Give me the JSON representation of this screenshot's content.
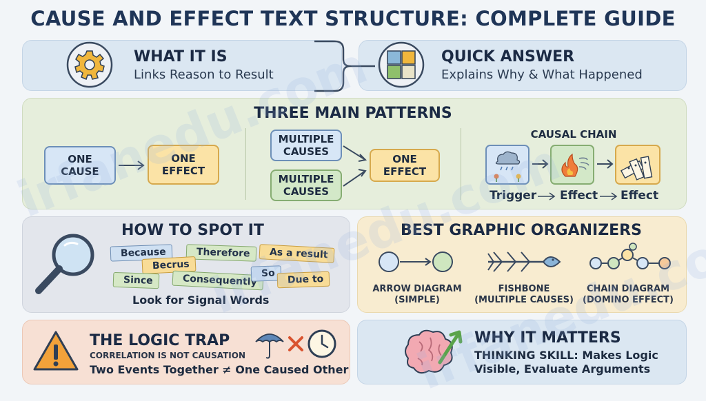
{
  "title": "CAUSE AND EFFECT TEXT STRUCTURE: COMPLETE GUIDE",
  "what_it_is": {
    "heading": "WHAT IT IS",
    "text": "Links Reason to Result"
  },
  "quick_answer": {
    "heading": "QUICK ANSWER",
    "text": "Explains Why & What Happened"
  },
  "patterns": {
    "heading": "THREE MAIN PATTERNS",
    "one_cause": "ONE\nCAUSE",
    "one_effect": "ONE\nEFFECT",
    "multiple_causes_1": "MULTIPLE\nCAUSES",
    "multiple_causes_2": "MULTIPLE\nCAUSES",
    "one_effect_2": "ONE\nEFFECT",
    "chain_heading": "CAUSAL CHAIN",
    "chain_labels": [
      "Trigger",
      "Effect",
      "Effect"
    ]
  },
  "spot": {
    "heading": "HOW TO SPOT IT",
    "words": [
      "Because",
      "Therefore",
      "As a result",
      "Becrus",
      "Since",
      "Consequently",
      "So",
      "Due to"
    ],
    "footer": "Look for Signal Words"
  },
  "organizers": {
    "heading": "BEST GRAPHIC ORGANIZERS",
    "items": [
      {
        "name": "ARROW DIAGRAM",
        "detail": "(SIMPLE)"
      },
      {
        "name": "FISHBONE",
        "detail": "(MULTIPLE CAUSES)"
      },
      {
        "name": "CHAIN DIAGRAM",
        "detail": "(DOMINO EFFECT)"
      }
    ]
  },
  "logic_trap": {
    "heading": "THE LOGIC TRAP",
    "line1": "CORRELATION IS NOT CAUSATION",
    "line2": "Two Events Together ≠ One Caused Other"
  },
  "why_matters": {
    "heading": "WHY IT MATTERS",
    "line1": "THINKING SKILL: Makes Logic",
    "line2": "Visible, Evaluate Arguments"
  },
  "watermark": "irfanedu.com",
  "colors": {
    "title": "#1f3557",
    "blue": "#dbe7f2",
    "green": "#e6eedc",
    "yellow": "#f8ecd0",
    "red": "#f7e0d4"
  }
}
